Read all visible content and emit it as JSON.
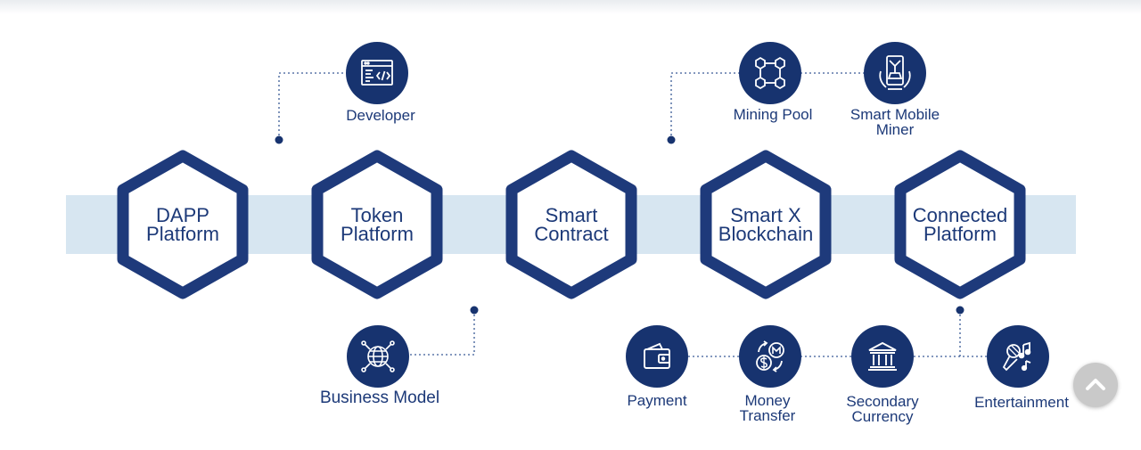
{
  "platforms": [
    {
      "id": "dapp",
      "label": "DAPP\nPlatform"
    },
    {
      "id": "token",
      "label": "Token\nPlatform"
    },
    {
      "id": "smart-contract",
      "label": "Smart\nContract"
    },
    {
      "id": "blockchain",
      "label": "Smart X\nBlockchain"
    },
    {
      "id": "connected",
      "label": "Connected\nPlatform"
    }
  ],
  "features": {
    "developer": {
      "label": "Developer",
      "icon": "code-window-icon"
    },
    "mining_pool": {
      "label": "Mining Pool",
      "icon": "blocks-chain-icon"
    },
    "smart_mobile_miner": {
      "label": "Smart Mobile\nMiner",
      "icon": "mobile-miner-icon"
    },
    "business_model": {
      "label": "Business Model",
      "icon": "globe-network-icon"
    },
    "payment": {
      "label": "Payment",
      "icon": "wallet-icon"
    },
    "money_transfer": {
      "label": "Money\nTransfer",
      "icon": "exchange-coins-icon"
    },
    "secondary_currency": {
      "label": "Secondary\nCurrency",
      "icon": "bank-icon"
    },
    "entertainment": {
      "label": "Entertainment",
      "icon": "microphone-music-icon"
    }
  },
  "colors": {
    "navy": "#17336f",
    "hex_stroke": "#1e3a7b",
    "band": "#d7e6f1",
    "connector": "#3a5a96"
  }
}
